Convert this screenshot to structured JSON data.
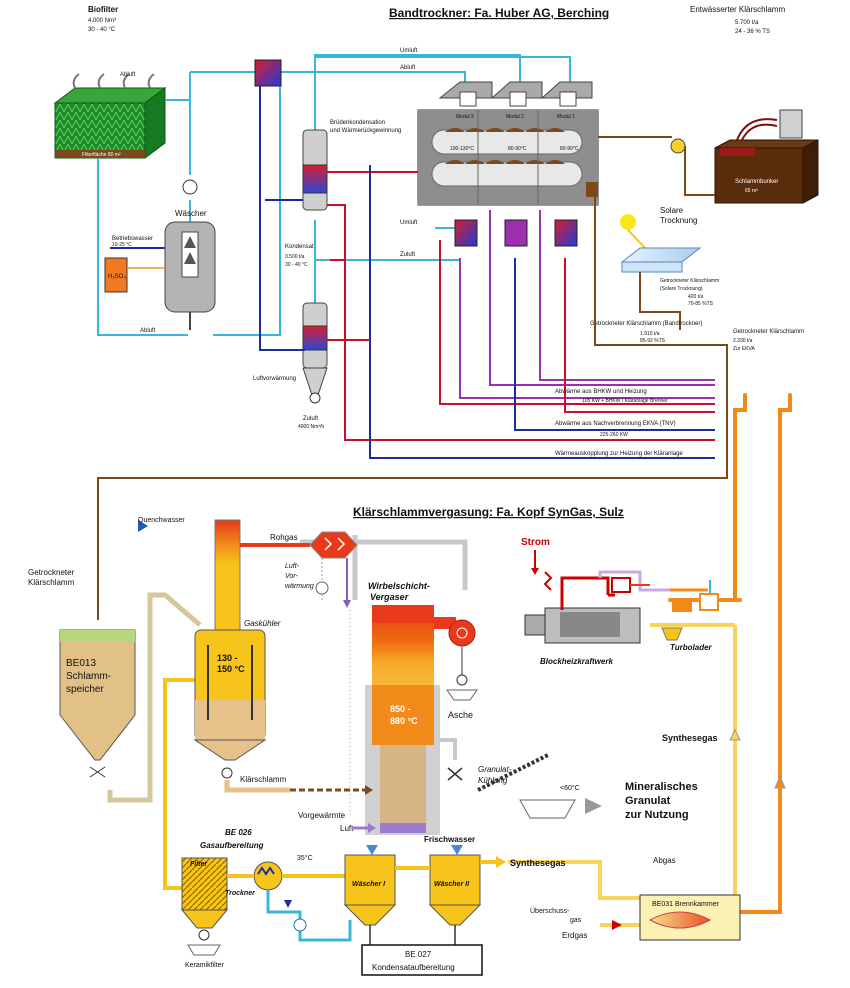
{
  "titles": {
    "top": "Bandtrockner: Fa. Huber AG, Berching",
    "bottom": "Klärschlammvergasung: Fa. Kopf SynGas, Sulz"
  },
  "top": {
    "biofilter": {
      "title": "Biofilter",
      "flow": "4.000 Nm³",
      "temp": "30 - 40 °C",
      "area": "Filterfläche 80 m²"
    },
    "sludge_in": {
      "title": "Entwässerter Klärschlamm",
      "amount": "5.700 t/a",
      "ts": "24 - 36 % TS"
    },
    "bunker": "Schlammbunker",
    "bunker_size": "65 m³",
    "abluft": "Abluft",
    "umluft": "Umluft",
    "zuluft": "Zuluft",
    "modules": [
      "Modul 3",
      "Modul 2",
      "Modul 1"
    ],
    "zone_temps": [
      "100-130°C",
      "80-90°C",
      "80-90°C"
    ],
    "bruden": [
      "Brüdenkondensation",
      "und Wärmerückgewinnung"
    ],
    "waescher": "Wäscher",
    "betriebswasser": "Betriebswasser",
    "betriebswasser_temp": "10-25 °C",
    "h2so4": "H₂SO₄",
    "kondensat": {
      "title": "Kondensat",
      "amount": "3.500 t/a",
      "temp": "30 - 40 °C"
    },
    "luftvorwaermung": "Luftvorwärmung",
    "zuluft_bottom": {
      "title": "Zuluft",
      "flow": "4000 Nm³/h"
    },
    "solar": [
      "Solare",
      "Trocknung"
    ],
    "solar_out": {
      "line1": "Getrockneter Klärschlamm",
      "line2": "(Solare Trocknung)",
      "amount": "420 t/a",
      "ts": "70-85 %TS"
    },
    "band_out": {
      "line1": "Getrockneter Klärschlamm (Bandtrockner)",
      "amount": "1.910 t/a",
      "ts": "85-92 %TS"
    },
    "total_out": {
      "line1": "Getrockneter Klärschlamm",
      "amount": "2.330 t/a",
      "dest": "Zur EKVA"
    },
    "heat1": {
      "label": "Abwärme aus BHKW und Heizung",
      "detail": "105 KW + BHKW / Kläranlage Brenner"
    },
    "heat2": {
      "label": "Abwärme aus Nachverbrennung EKVA (TNV)",
      "detail": "225-260 KW"
    },
    "heat3": {
      "label": "Wärmeauskopplung zur Heizung der Kläranlage"
    }
  },
  "bottom": {
    "quenchwasser": "Quenchwasser",
    "rohgas": "Rohgas",
    "luftvorw": [
      "Luft-",
      "Vor-",
      "wärmung"
    ],
    "gaskuehler": "Gaskühler",
    "gaskuehler_temp": [
      "130 -",
      "150 °C"
    ],
    "vergaser": [
      "Wirbelschicht-",
      "Vergaser"
    ],
    "vergaser_temp": [
      "850 -",
      "880 °C"
    ],
    "asche": "Asche",
    "dried_sludge": [
      "Getrockneter",
      "Klärschlamm"
    ],
    "speicher": [
      "BE013",
      "Schlamm-",
      "speicher"
    ],
    "klaerschlamm": "Klärschlamm",
    "vorgewaermte_luft": [
      "Vorgewärmte",
      "Luft"
    ],
    "granulat_kuehlung": [
      "Granulat-",
      "Kühlung"
    ],
    "granulat_temp": "<60°C",
    "mineral": [
      "Mineralisches",
      "Granulat",
      "zur Nutzung"
    ],
    "strom": "Strom",
    "bhkw": "Blockheizkraftwerk",
    "turbolader": "Turbolader",
    "synthesegas": "Synthesegas",
    "abgas": "Abgas",
    "brennkammer": "BE031 Brennkammer",
    "ueberschussgas": [
      "Überschuss-",
      "gas"
    ],
    "erdgas": "Erdgas",
    "gasaufbereitung": [
      "BE 026",
      "Gasaufbereitung"
    ],
    "filter": "Filter",
    "trockner": "Trockner",
    "temp35": "35°C",
    "waescher1": "Wäscher I",
    "waescher2": "Wäscher II",
    "frischwasser": "Frischwasser",
    "kondensat_box": [
      "BE 027",
      "Kondensataufbereitung"
    ],
    "keramikfilter": "Keramikfilter"
  }
}
